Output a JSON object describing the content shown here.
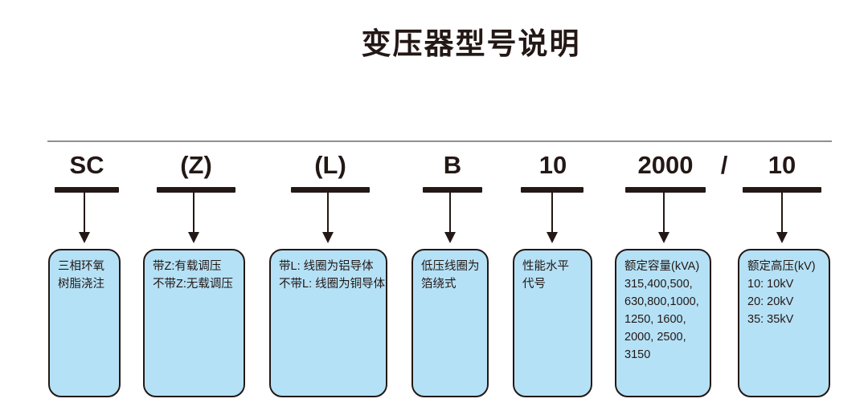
{
  "title": "变压器型号说明",
  "model_code": {
    "separator": "/"
  },
  "segments": [
    {
      "code": "SC",
      "meaning_lines": [
        "三相环氧",
        "树脂浇注"
      ]
    },
    {
      "code": "(Z)",
      "meaning_lines": [
        "带Z:有载调压",
        "不带Z:无载调压"
      ]
    },
    {
      "code": "(L)",
      "meaning_lines": [
        "带L: 线圈为铝导体",
        "不带L: 线圈为铜导体"
      ]
    },
    {
      "code": "B",
      "meaning_lines": [
        "低压线圈为",
        "箔绕式"
      ]
    },
    {
      "code": "10",
      "meaning_lines": [
        "性能水平",
        "代号"
      ]
    },
    {
      "code": "2000",
      "meaning_lines": [
        "额定容量(kVA)",
        "315,400,500,",
        "630,800,1000,",
        "1250, 1600,",
        "2000, 2500,",
        "3150"
      ]
    },
    {
      "code": "10",
      "meaning_lines": [
        "额定高压(kV)",
        "10: 10kV",
        "20: 20kV",
        "35: 35kV"
      ]
    }
  ],
  "colors": {
    "box_fill": "#b5e1f6",
    "ink": "#231815",
    "divider": "#8f8f8f"
  }
}
